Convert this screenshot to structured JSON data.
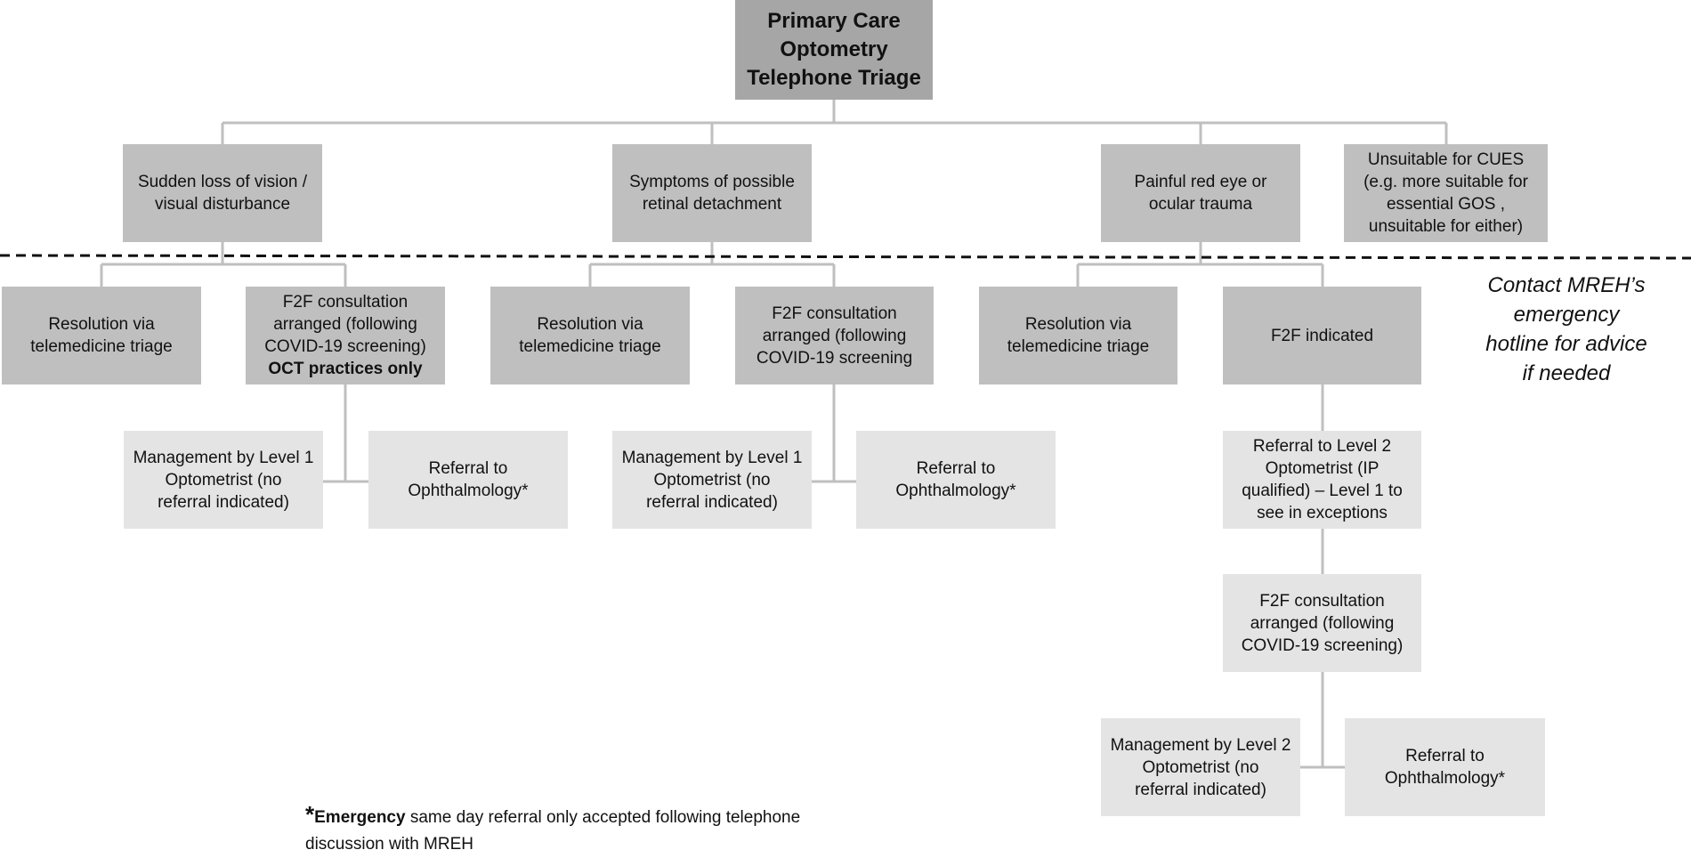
{
  "root": {
    "lines": [
      "Primary Care",
      "Optometry",
      "Telephone Triage"
    ]
  },
  "categories": {
    "sudden_loss": {
      "lines": [
        "Sudden loss of vision /",
        "visual disturbance"
      ]
    },
    "retinal": {
      "lines": [
        "Symptoms of possible",
        "retinal detachment"
      ]
    },
    "painful": {
      "lines": [
        "Painful red eye or",
        "ocular trauma"
      ]
    },
    "unsuitable": {
      "lines": [
        "Unsuitable for CUES",
        "(e.g. more suitable for",
        "essential GOS ,",
        "unsuitable for either)"
      ]
    }
  },
  "level2": {
    "a_resolution": {
      "lines": [
        "Resolution via",
        "telemedicine triage"
      ]
    },
    "a_f2f": {
      "lines": [
        "F2F consultation",
        "arranged (following",
        "COVID-19 screening)"
      ],
      "bold_line": "OCT practices only"
    },
    "b_resolution": {
      "lines": [
        "Resolution via",
        "telemedicine triage"
      ]
    },
    "b_f2f": {
      "lines": [
        "F2F consultation",
        "arranged (following",
        "COVID-19 screening"
      ]
    },
    "c_resolution": {
      "lines": [
        "Resolution via",
        "telemedicine triage"
      ]
    },
    "c_f2f": {
      "lines": [
        "F2F indicated"
      ]
    }
  },
  "level3": {
    "a_management": {
      "lines": [
        "Management by Level 1",
        "Optometrist (no",
        "referral indicated)"
      ]
    },
    "a_referral": {
      "lines": [
        "Referral to",
        "Ophthalmology*"
      ]
    },
    "b_management": {
      "lines": [
        "Management by Level 1",
        "Optometrist (no",
        "referral indicated)"
      ]
    },
    "b_referral": {
      "lines": [
        "Referral to",
        "Ophthalmology*"
      ]
    },
    "c_referral_level2": {
      "lines": [
        "Referral to Level 2",
        "Optometrist (IP",
        "qualified) – Level 1 to",
        "see in exceptions"
      ]
    },
    "c_f2f_consult": {
      "lines": [
        "F2F consultation",
        "arranged (following",
        "COVID-19 screening)"
      ]
    },
    "c_management": {
      "lines": [
        "Management by Level 2",
        "Optometrist (no",
        "referral indicated)"
      ]
    },
    "c_referral_oph": {
      "lines": [
        "Referral to",
        "Ophthalmology*"
      ]
    }
  },
  "hotline": {
    "lines": [
      "Contact MREH’s",
      "emergency",
      "hotline for advice",
      "if needed"
    ]
  },
  "footnote": {
    "star": "*",
    "emphasis": "Emergency",
    "line1_rest": " same day referral only accepted following telephone",
    "line2": "discussion with MREH"
  },
  "colors": {
    "dark_box": "#a6a6a6",
    "mid_box": "#bfbfbf",
    "light_box": "#e4e4e4",
    "connector": "#bfbfbf",
    "divider": "#111111"
  }
}
